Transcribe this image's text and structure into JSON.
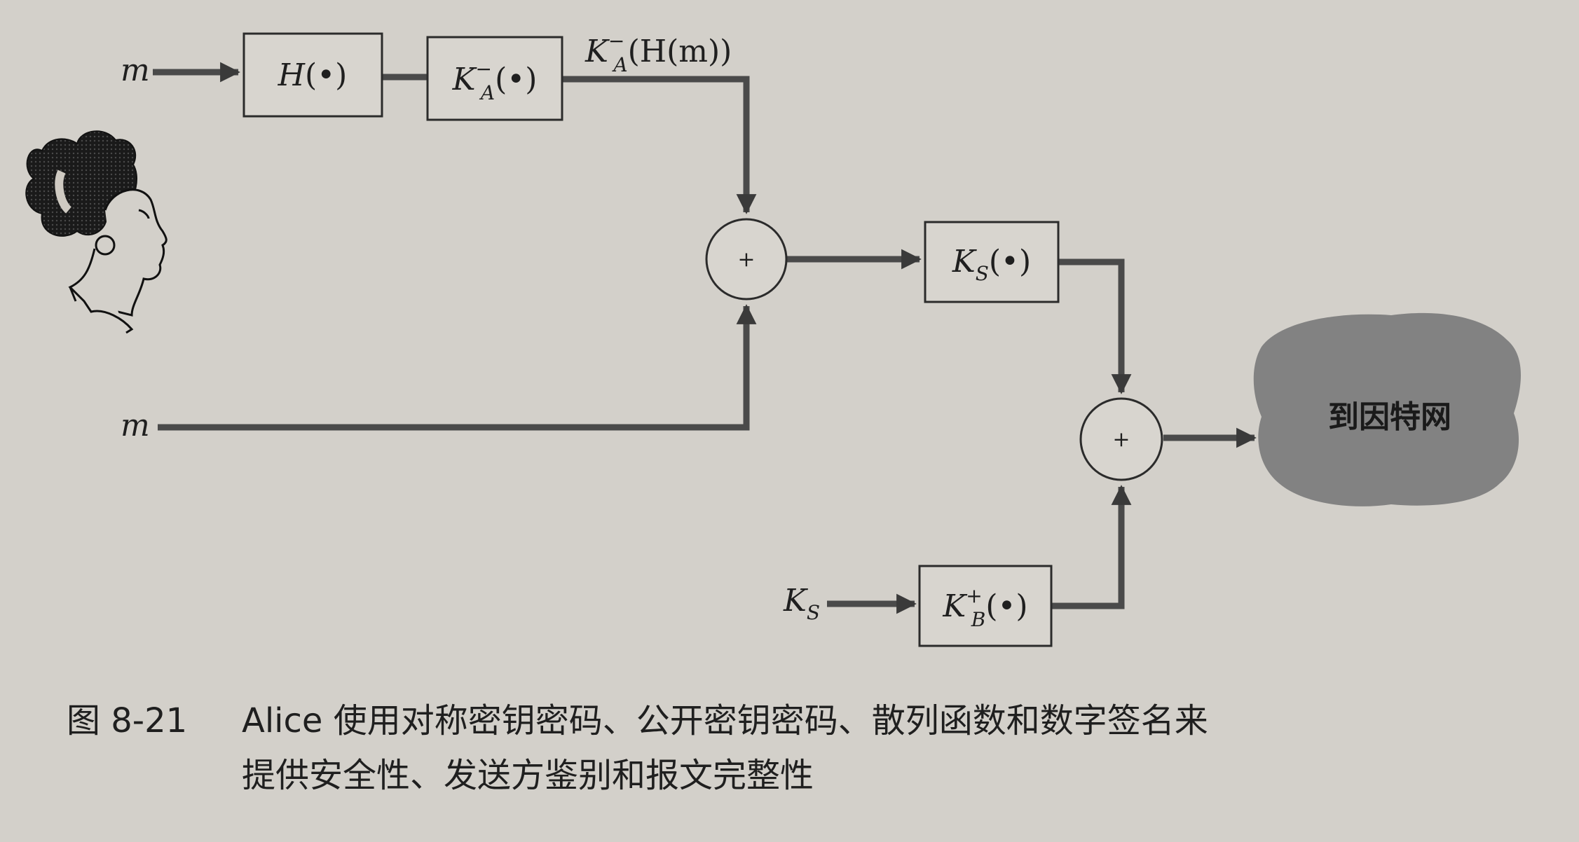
{
  "inputs": {
    "m_top": "m",
    "m_bottom": "m",
    "ks_in": "K",
    "ks_in_sub": "S"
  },
  "boxes": {
    "hash": {
      "func": "H",
      "arg": "(•)"
    },
    "sign": {
      "base": "K",
      "sup": "−",
      "sub": "A",
      "arg": "(•)"
    },
    "sym": {
      "base": "K",
      "sub": "S",
      "arg": "(•)"
    },
    "pub": {
      "base": "K",
      "sup": "+",
      "sub": "B",
      "arg": "(•)"
    }
  },
  "signature_label": {
    "base": "K",
    "sup": "−",
    "sub": "A",
    "rest": "(H(m))"
  },
  "sum_symbol": "+",
  "network_label": "到因特网",
  "caption": {
    "number": "图 8-21",
    "line1": "Alice 使用对称密钥密码、公开密钥密码、散列函数和数字签名来",
    "line2": "提供安全性、发送方鉴别和报文完整性"
  }
}
